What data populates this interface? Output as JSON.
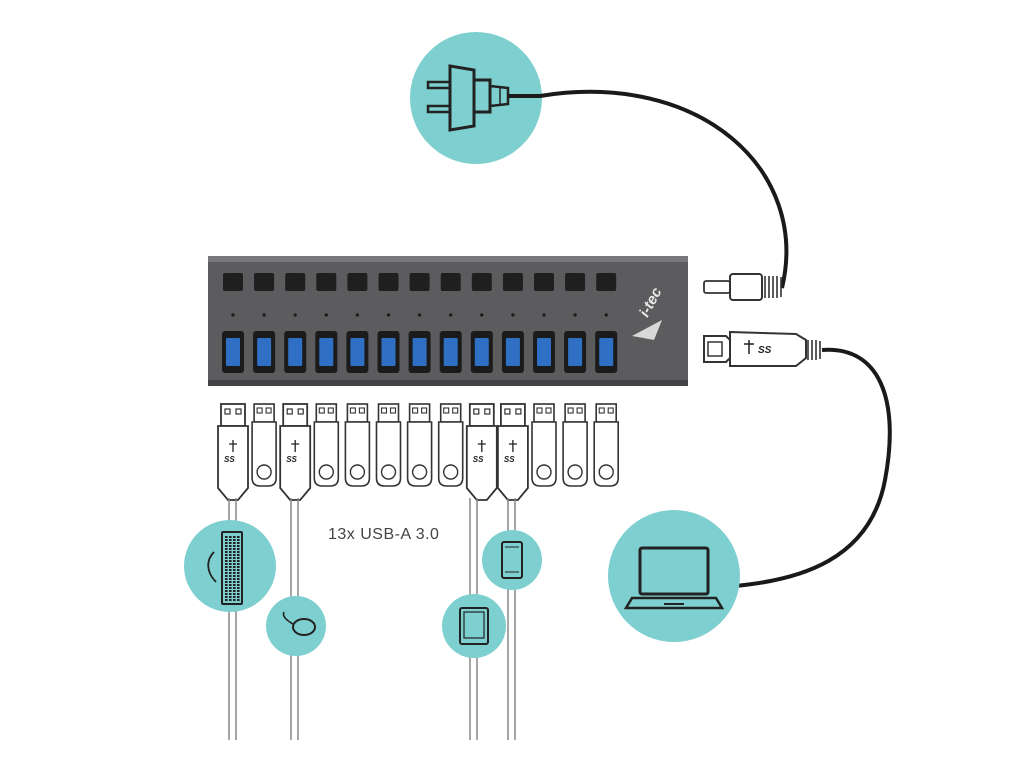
{
  "ports_label": "13x USB-A 3.0",
  "brand": "i-tec",
  "usb_superspeed_mark": "SS",
  "hub": {
    "port_count": 13,
    "button_count": 13
  },
  "icons": [
    "power-plug-icon",
    "keyboard-icon",
    "mouse-icon",
    "tablet-icon",
    "smartphone-icon",
    "laptop-icon"
  ],
  "colors": {
    "accent_circle": "#7ecfd0",
    "hub_body": "#5c5c5e",
    "usb_port": "#2f6fc4",
    "cable": "#1a1a1a"
  }
}
